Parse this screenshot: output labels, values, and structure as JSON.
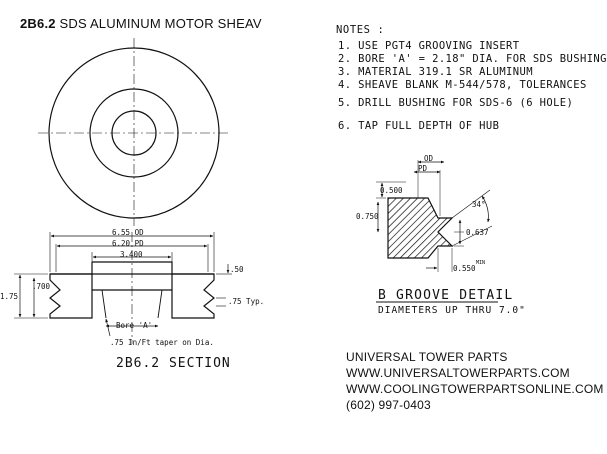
{
  "title": {
    "bold": "2B6.2",
    "rest": " SDS  ALUMINUM MOTOR SHEAV"
  },
  "notes": {
    "heading": "NOTES :",
    "items": [
      "1.  USE PGT4 GROOVING INSERT",
      "2.  BORE 'A' = 2.18\" DIA. FOR SDS BUSHING",
      "3.  MATERIAL 319.1 SR ALUMINUM",
      "4.  SHEAVE BLANK M-544/578, TOLERANCES",
      "5.  DRILL BUSHING FOR SDS-6 (6 HOLE)",
      "6.  TAP FULL DEPTH OF HUB"
    ]
  },
  "section": {
    "od_label": "6.55 OD",
    "pd_label": "6.20 PD",
    "hub_label": "3.400",
    "rim_label": ".50",
    "height_label": "1.75",
    "hub_height_label": ".700",
    "groove_label": ".75 Typ.",
    "bore_label": "Bore 'A'",
    "taper_label": ".75 In/Ft taper on Dia.",
    "caption": "2B6.2 SECTION"
  },
  "groove_detail": {
    "od_label": "OD",
    "pd_label": "PD",
    "d1": "0.500",
    "d2": "0.750",
    "angle": "34°",
    "d3": "0.637",
    "d4": "0.550",
    "min_label": "MIN",
    "title": "B GROOVE DETAIL",
    "subtitle": "DIAMETERS UP THRU 7.0\""
  },
  "company": {
    "name": "UNIVERSAL TOWER PARTS",
    "url1": "WWW.UNIVERSALTOWERPARTS.COM",
    "url2": "WWW.COOLINGTOWERPARTSONLINE.COM",
    "phone": "(602) 997-0403"
  }
}
